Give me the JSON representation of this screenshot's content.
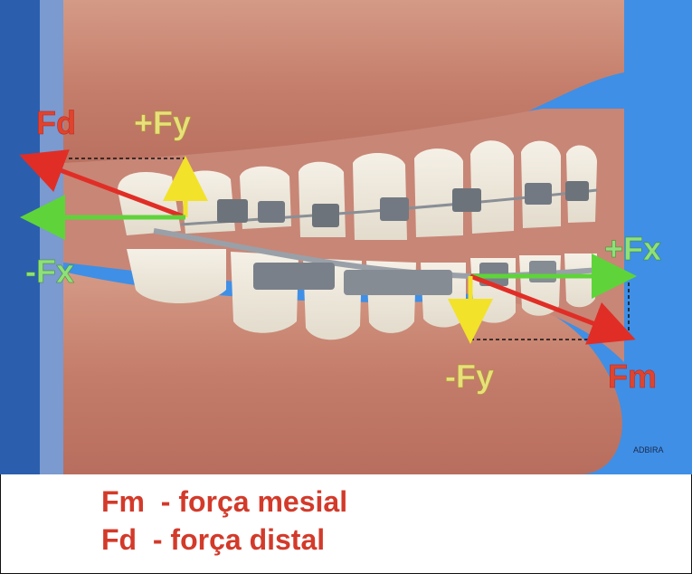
{
  "labels": {
    "fd": "Fd",
    "plus_fy": "+Fy",
    "minus_fx": "-Fx",
    "plus_fx": "+Fx",
    "minus_fy": "-Fy",
    "fm": "Fm",
    "watermark": "ADBIRA"
  },
  "legend": {
    "line1": "Fm  - força mesial",
    "line2": "Fd  - força distal"
  },
  "colors": {
    "force_red": "#e02e26",
    "force_green": "#5ed43a",
    "force_yellow": "#f2e22a",
    "label_red": "#d33a2a",
    "label_yellow": "#e8e07a",
    "label_green": "#8fe07a",
    "background_blue": "#3f8fe6",
    "gum": "#c78472"
  }
}
